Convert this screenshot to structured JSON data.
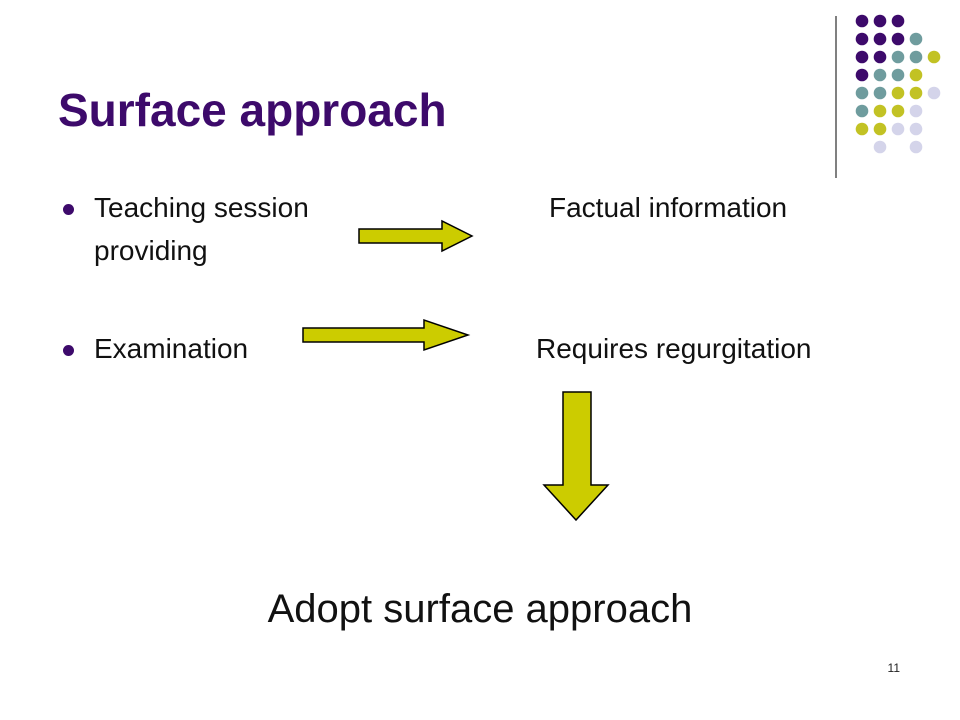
{
  "slide": {
    "title": "Surface approach",
    "number": "11"
  },
  "bullets": [
    {
      "left_line1": "Teaching session",
      "left_line2": "providing",
      "right": "Factual information"
    },
    {
      "left_line1": "Examination",
      "right": "Requires regurgitation"
    }
  ],
  "conclusion": "Adopt surface approach",
  "colors": {
    "title": "#3d0a6b",
    "bullet": "#3d0a6b",
    "arrow_fill": "#cccc00",
    "arrow_stroke": "#000000",
    "dot_purple": "#3d0a6b",
    "dot_teal": "#6f9c9e",
    "dot_olive": "#c2c224",
    "dot_lavender": "#d4d4ea",
    "divider": "#000000"
  },
  "decoration": {
    "dot_rows": [
      [
        "purple",
        "purple",
        "purple",
        "",
        "",
        ""
      ],
      [
        "purple",
        "purple",
        "purple",
        "teal",
        "",
        ""
      ],
      [
        "purple",
        "purple",
        "teal",
        "teal",
        "olive",
        ""
      ],
      [
        "purple",
        "teal",
        "teal",
        "olive",
        "",
        ""
      ],
      [
        "teal",
        "teal",
        "olive",
        "olive",
        "lavender",
        ""
      ],
      [
        "teal",
        "olive",
        "olive",
        "lavender",
        "",
        ""
      ],
      [
        "olive",
        "olive",
        "lavender",
        "lavender",
        "",
        ""
      ],
      [
        "",
        "lavender",
        "",
        "lavender",
        "",
        ""
      ]
    ]
  }
}
